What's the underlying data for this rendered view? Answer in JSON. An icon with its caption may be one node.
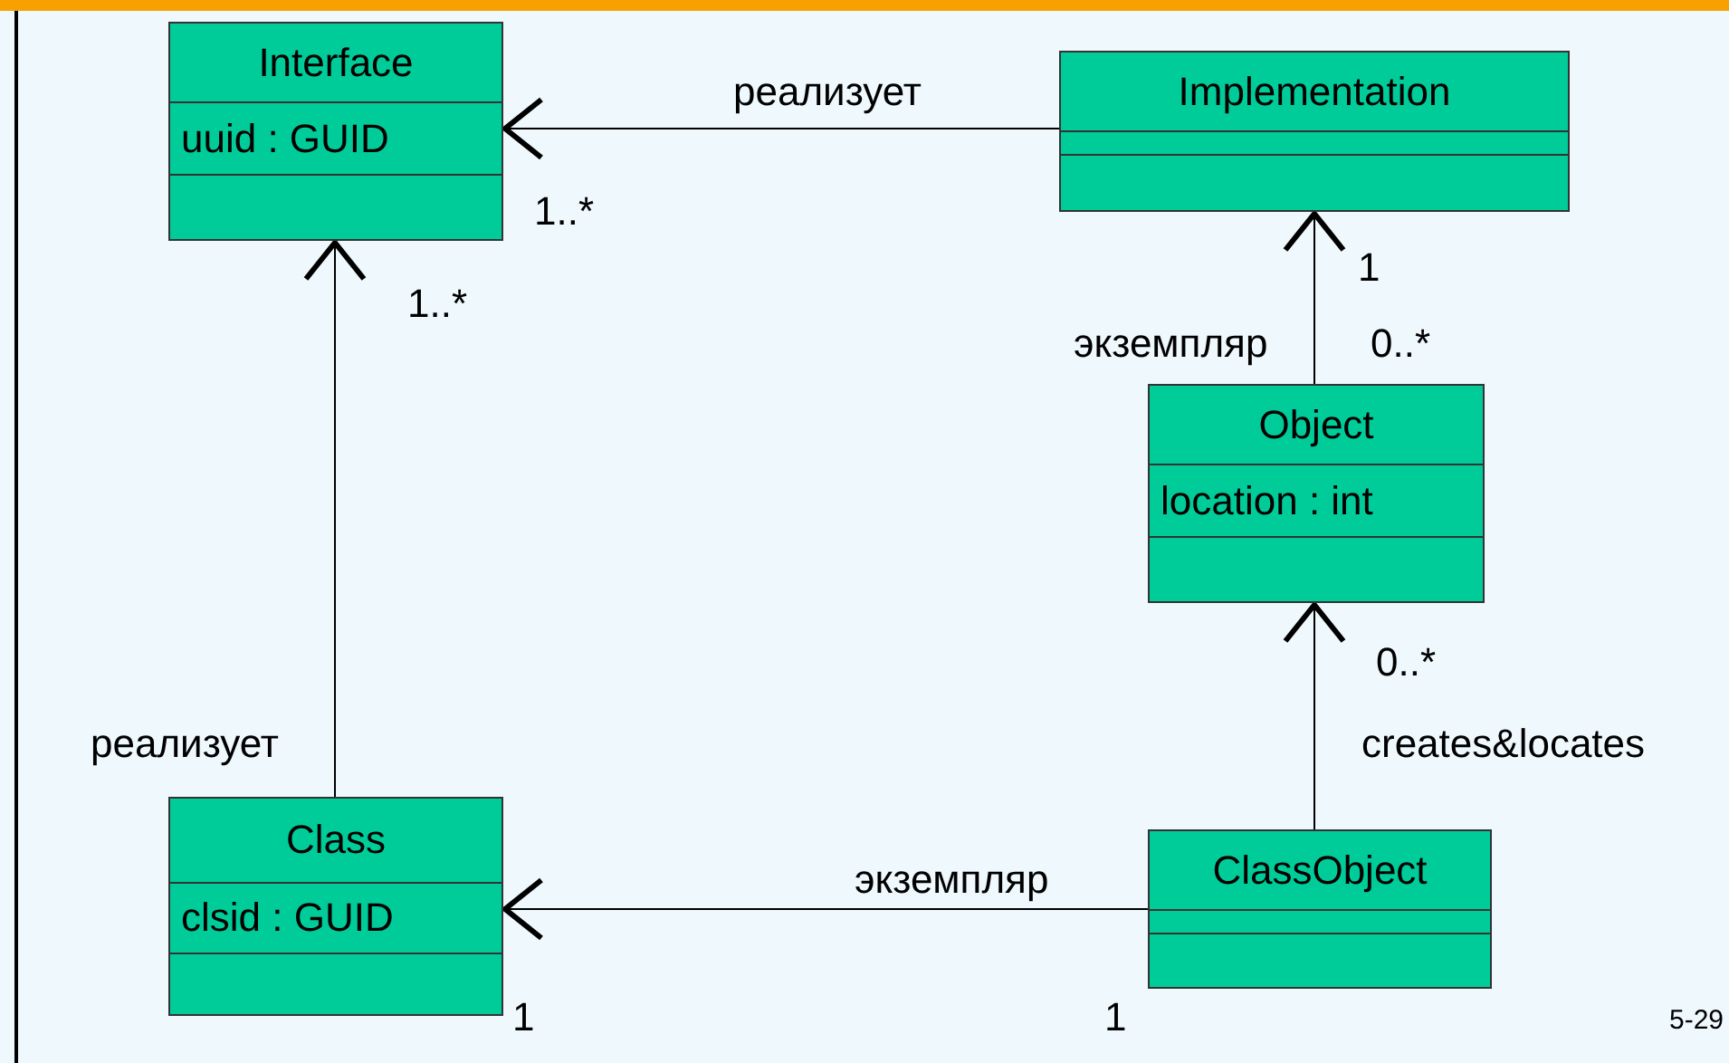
{
  "diagram": {
    "nodes": [
      {
        "text": [
          "Interface",
          "uuid : GUID"
        ]
      },
      {
        "text": [
          "Implementation"
        ]
      },
      {
        "text": [
          "Object",
          "location : int"
        ]
      },
      {
        "text": [
          "Class",
          "clsid : GUID"
        ]
      },
      {
        "text": [
          "ClassObject"
        ]
      }
    ],
    "edges": [
      {
        "from": 1,
        "to": 0,
        "arrow": "to",
        "label": "реализует"
      },
      {
        "from": 3,
        "to": 0,
        "arrow": "to",
        "label": "реализует"
      },
      {
        "from": 2,
        "to": 1,
        "arrow": "to",
        "label": "экземпляр"
      },
      {
        "from": 4,
        "to": 2,
        "arrow": "to",
        "label": "creates&locates"
      },
      {
        "from": 4,
        "to": 3,
        "arrow": "to",
        "label": "экземпляр"
      }
    ],
    "labels": [
      "1..*",
      "1..*",
      "1",
      "0..*",
      "0..*",
      "1",
      "1",
      "5-29"
    ]
  }
}
